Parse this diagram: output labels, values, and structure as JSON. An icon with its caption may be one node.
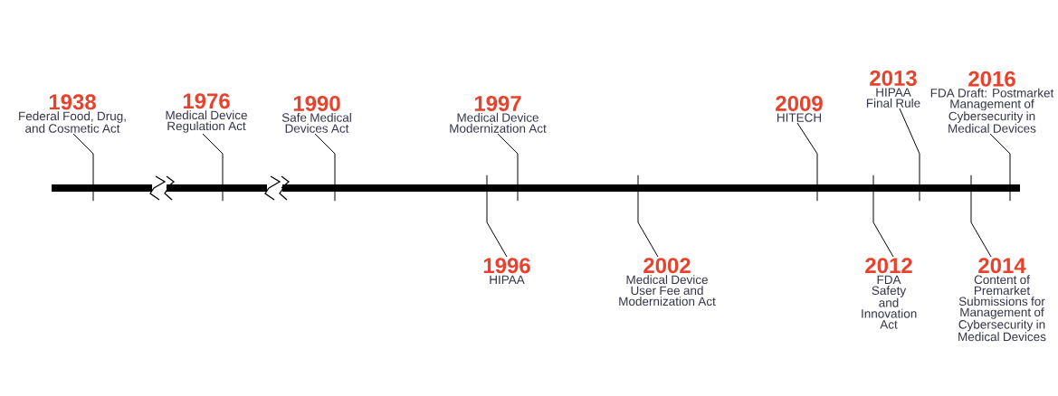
{
  "diagram": {
    "nodes": [
      {
        "text": [
          "1938",
          "Federal Food, Drug, and Cosmetic Act"
        ]
      },
      {
        "text": [
          "1976",
          "Medical Device Regulation Act"
        ]
      },
      {
        "text": [
          "1990",
          "Safe Medical Devices Act"
        ]
      },
      {
        "text": [
          "1996",
          "HIPAA"
        ]
      },
      {
        "text": [
          "1997",
          "Medical Device Modernization Act"
        ]
      },
      {
        "text": [
          "2002",
          "Medical Device User Fee and Modernization Act"
        ]
      },
      {
        "text": [
          "2009",
          "HITECH"
        ]
      },
      {
        "text": [
          "2012",
          "FDA Safety and Innovation Act"
        ]
      },
      {
        "text": [
          "2013",
          "HIPAA Final Rule"
        ]
      },
      {
        "text": [
          "2014",
          "Content of Premarket Submissions for Management of Cybersecurity in Medical Devices"
        ]
      },
      {
        "text": [
          "2016",
          "FDA Draft: Postmarket Management of Cybersecurity in Medical Devices"
        ]
      },
      {
        "text": [],
        "shape": "bar"
      }
    ],
    "edges": [
      {
        "from": 0,
        "to": 11,
        "arrow": "none"
      },
      {
        "from": 1,
        "to": 11,
        "arrow": "none"
      },
      {
        "from": 2,
        "to": 11,
        "arrow": "none"
      },
      {
        "from": 3,
        "to": 11,
        "arrow": "none"
      },
      {
        "from": 4,
        "to": 11,
        "arrow": "none"
      },
      {
        "from": 5,
        "to": 11,
        "arrow": "none"
      },
      {
        "from": 6,
        "to": 11,
        "arrow": "none"
      },
      {
        "from": 7,
        "to": 11,
        "arrow": "none"
      },
      {
        "from": 8,
        "to": 11,
        "arrow": "none"
      },
      {
        "from": 9,
        "to": 11,
        "arrow": "none"
      },
      {
        "from": 10,
        "to": 11,
        "arrow": "none"
      }
    ]
  }
}
